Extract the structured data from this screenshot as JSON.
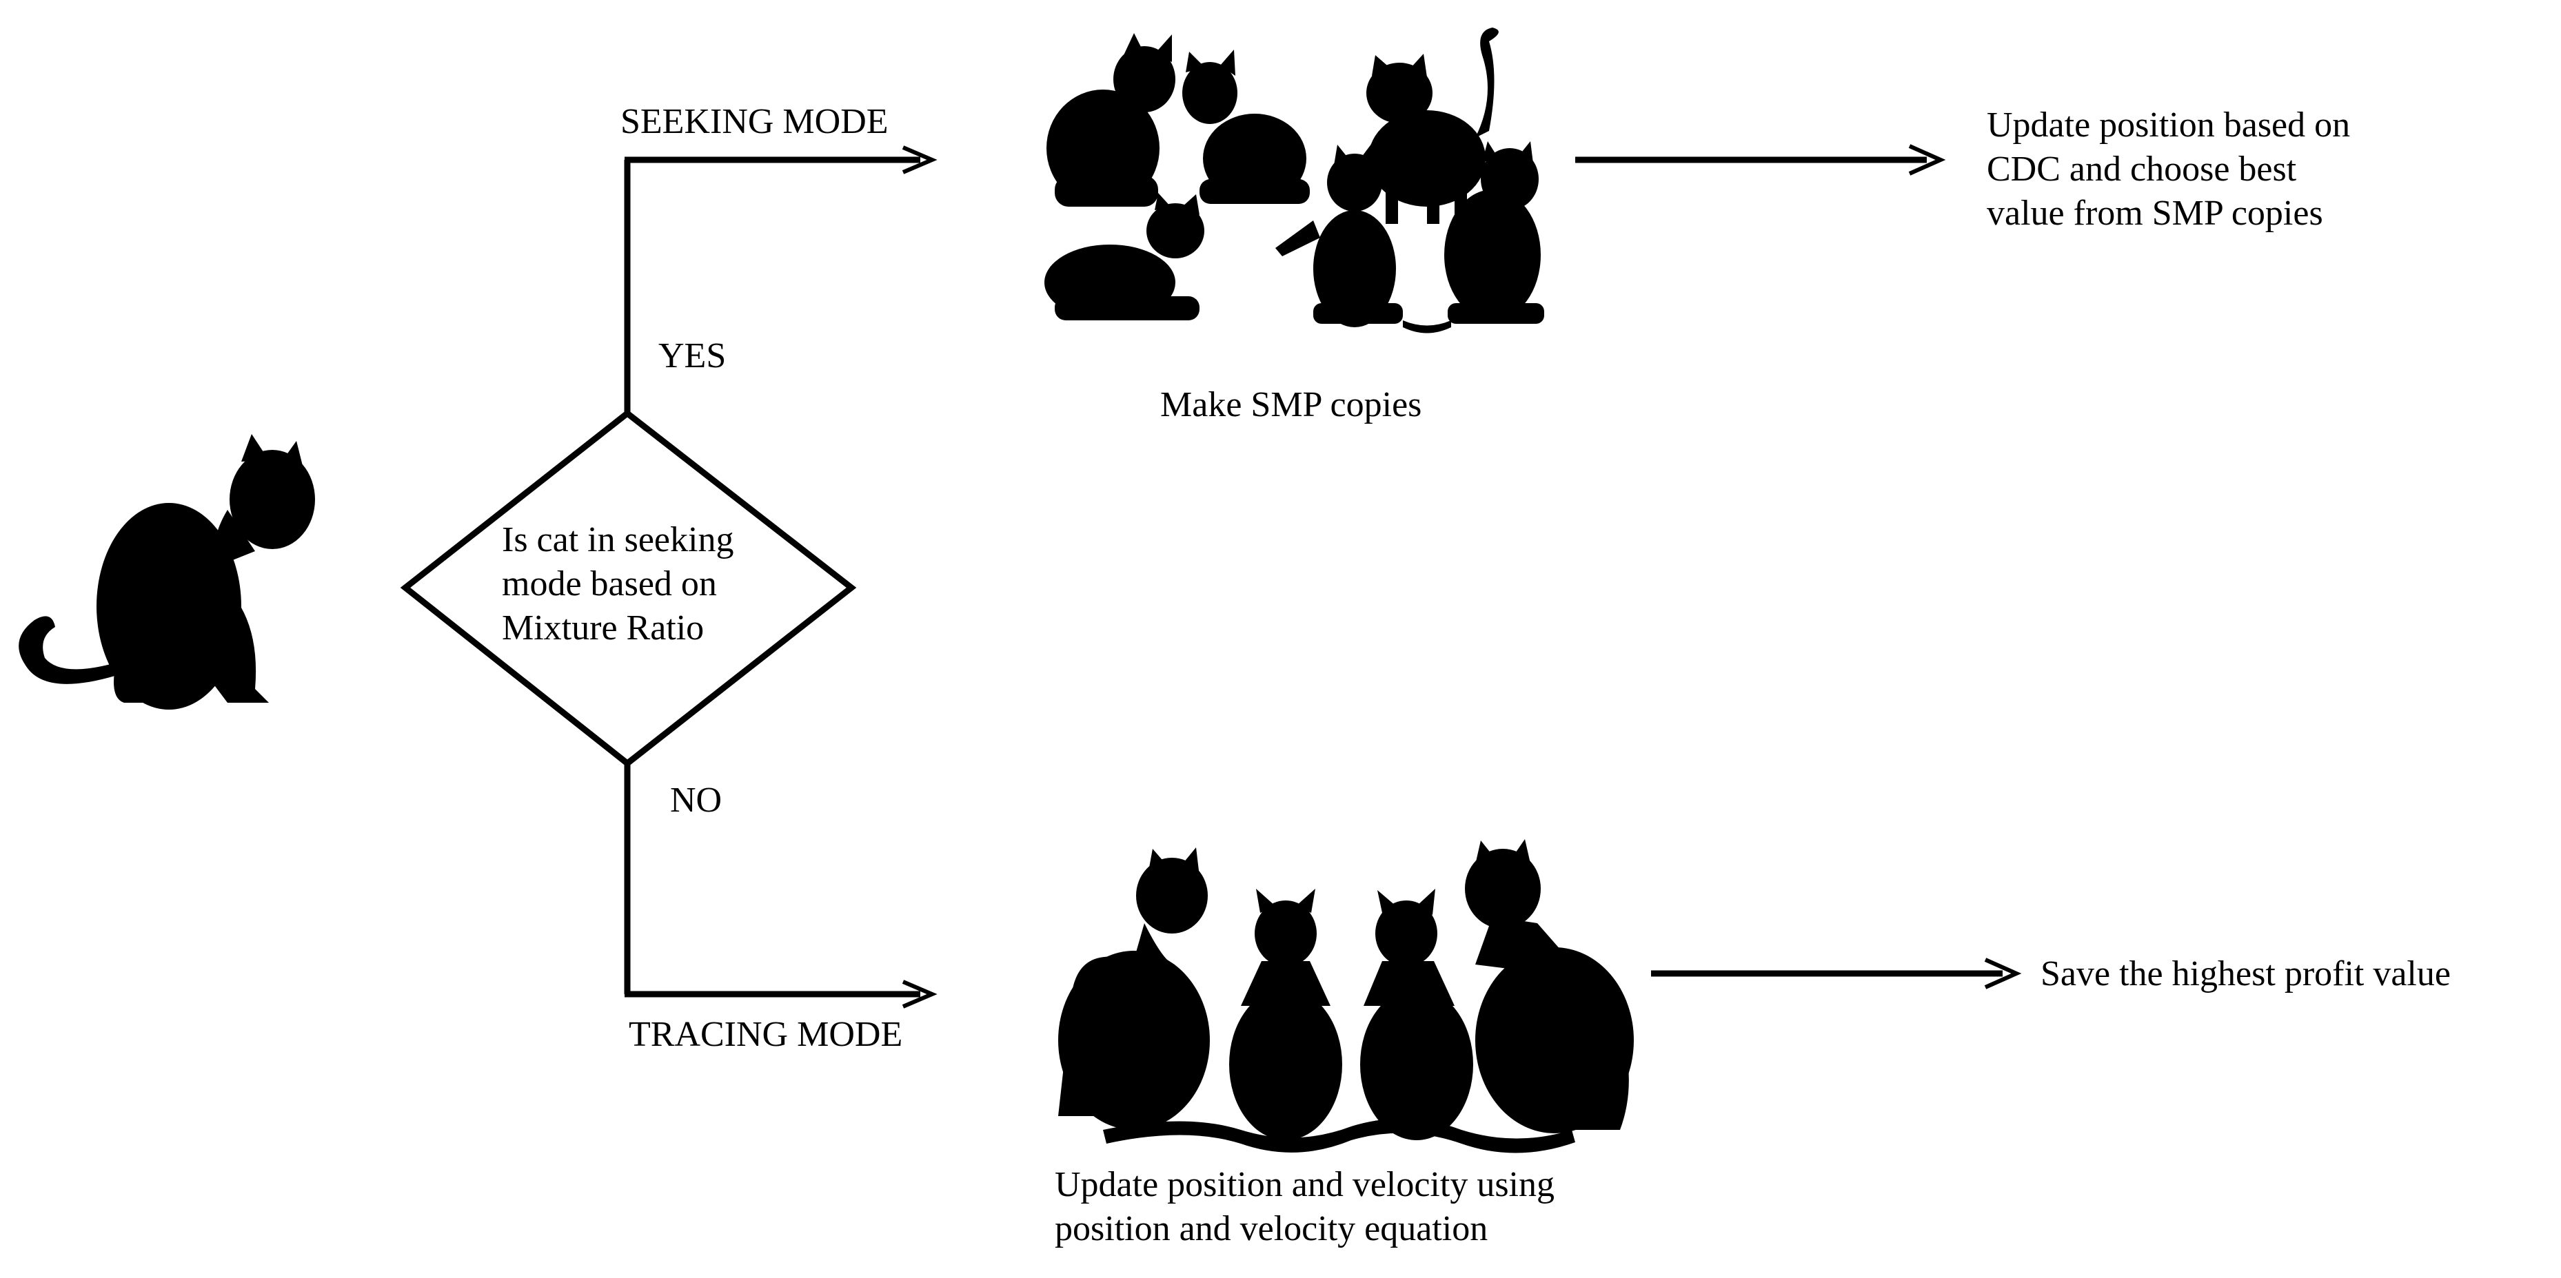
{
  "decision": {
    "question_lines": [
      "Is cat in seeking",
      "mode based on",
      "Mixture Ratio"
    ],
    "yes_label": "YES",
    "no_label": "NO"
  },
  "seeking": {
    "mode_label": "SEEKING MODE",
    "copies_label": "Make SMP copies",
    "result_lines": [
      "Update position based on",
      "CDC and choose best",
      "value from SMP copies"
    ]
  },
  "tracing": {
    "mode_label": "TRACING MODE",
    "update_lines": [
      "Update position and velocity using",
      "position and velocity equation"
    ],
    "result_label": "Save the highest profit value"
  },
  "icons": [
    "cat-sitting-icon",
    "cat-group-icon",
    "cat-row-icon"
  ],
  "colors": {
    "ink": "#000000",
    "background": "#ffffff"
  }
}
